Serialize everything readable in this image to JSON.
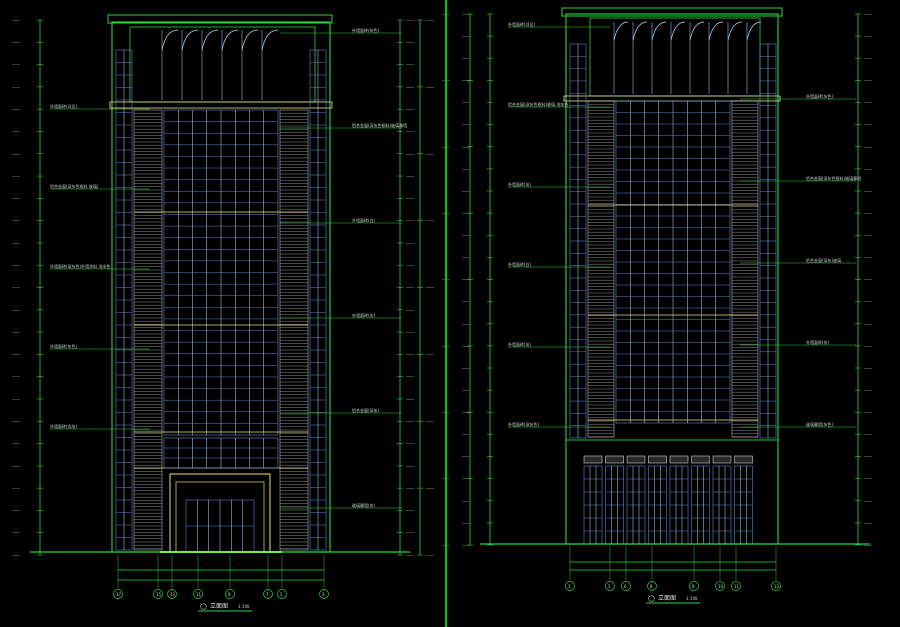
{
  "drawing": {
    "background": "#000000",
    "colors": {
      "outline": "#2bd83a",
      "glass": "#5a86d6",
      "mullion": "#b8e0ff",
      "louver": "#d0d0d0",
      "frame": "#e8e080",
      "divider": "#00ff00",
      "grade": "#ffff60",
      "text": "#cfd8cf"
    },
    "left_elevation": {
      "title_symbol": "◯",
      "title": "立面图",
      "scale": "1:100",
      "axis_labels": [
        "17",
        "15",
        "13",
        "11",
        "9",
        "7",
        "5",
        "3"
      ],
      "callouts_left": [
        "外墙面砖(详见)",
        "铝合金窗(深灰色框料 玻璃)",
        "外墙面砖(深灰色)外墙涂料 浅米色",
        "外墙面砖(灰色)",
        "外墙面砖(浅灰)"
      ],
      "callouts_right": [
        "外墙面砖(灰色)",
        "铝合金窗(深灰色框料)玻璃幕墙",
        "外墙面砖(白)",
        "外墙面砖(灰)",
        "铝合金窗(深灰)",
        "玻璃幕墙(灰)"
      ]
    },
    "right_elevation": {
      "title_symbol": "◯",
      "title": "立面图",
      "scale": "1:100",
      "axis_labels": [
        "1",
        "5",
        "6",
        "8",
        "9",
        "10",
        "11",
        "12"
      ],
      "callouts_left": [
        "外墙面砖(详见)",
        "铝合金窗(深灰色框料)玻璃 浅灰色",
        "外墙面砖(灰)",
        "外墙面砖(白)",
        "外墙面砖(灰)",
        "外墙面砖(深灰色)"
      ],
      "callouts_right": [
        "外墙面砖(灰色)",
        "铝合金窗(深灰色框料)玻璃幕墙",
        "铝合金窗(深灰)玻璃",
        "外墙面砖(灰)",
        "玻璃幕墙(灰色)"
      ]
    }
  }
}
